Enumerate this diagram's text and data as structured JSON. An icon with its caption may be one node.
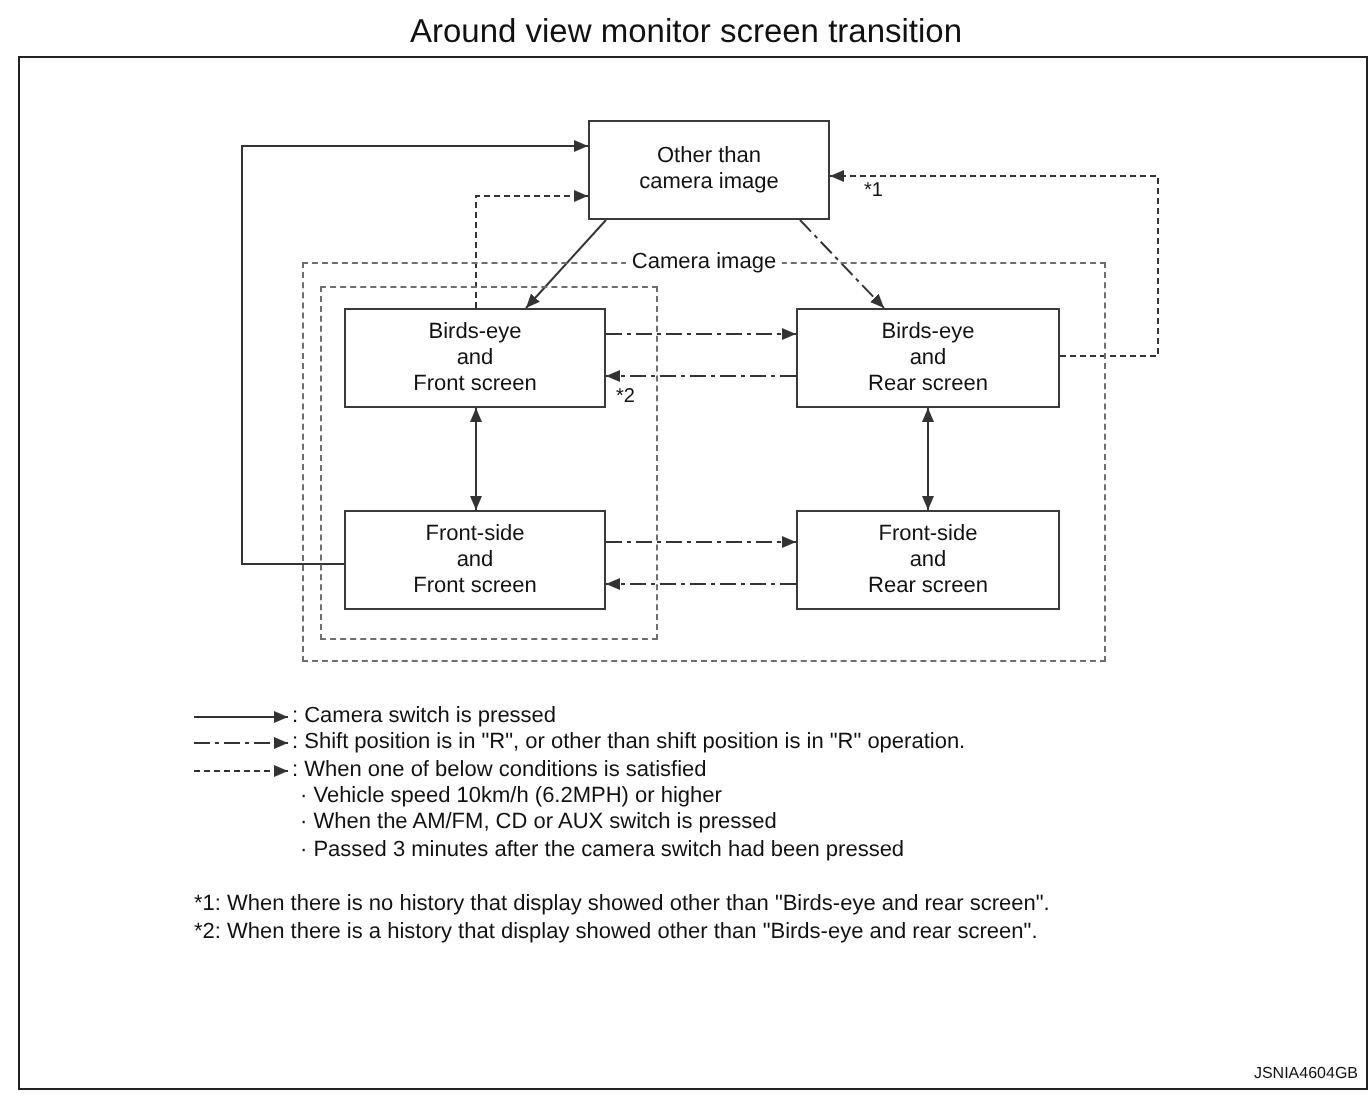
{
  "diagram": {
    "title": "Around view monitor screen transition",
    "nodes": [
      {
        "text": [
          "Other than camera image"
        ]
      },
      {
        "text": [
          "Camera image"
        ]
      },
      {
        "text": [],
        "shape": "box",
        "in": 1
      },
      {
        "text": [
          "Birds-eye and Front screen"
        ],
        "in": 2
      },
      {
        "text": [
          "Birds-eye and Rear screen"
        ],
        "in": 1
      },
      {
        "text": [
          "Front-side and Front screen"
        ],
        "in": 2
      },
      {
        "text": [
          "Front-side and Rear screen"
        ],
        "in": 1
      }
    ],
    "edges": [
      {
        "from": 5,
        "to": 0,
        "arrow": "to"
      },
      {
        "from": 0,
        "to": 3,
        "arrow": "to"
      },
      {
        "from": 0,
        "to": 4,
        "arrow": "to",
        "style": "dashed"
      },
      {
        "from": 3,
        "to": 0,
        "arrow": "to",
        "style": "dashed"
      },
      {
        "from": 4,
        "to": 0,
        "arrow": "to",
        "style": "dashed",
        "label": "*1"
      },
      {
        "from": 3,
        "to": 4,
        "arrow": "to",
        "style": "dashed"
      },
      {
        "from": 4,
        "to": 3,
        "arrow": "to",
        "style": "dashed",
        "label": "*2"
      },
      {
        "from": 3,
        "to": 5,
        "arrow": "both"
      },
      {
        "from": 4,
        "to": 6,
        "arrow": "both"
      },
      {
        "from": 5,
        "to": 6,
        "arrow": "to",
        "style": "dashed"
      },
      {
        "from": 6,
        "to": 5,
        "arrow": "to",
        "style": "dashed"
      }
    ],
    "labels": [
      "· Vehicle speed 10km/h (6.2MPH) or higher",
      "· When the AM/FM, CD or AUX switch is pressed",
      "· Passed 3 minutes after the camera switch had been pressed",
      "*1: When there is no history that display showed other than \"Birds-eye and rear screen\".",
      "*2: When there is a history that display showed other than \"Birds-eye and rear screen\".",
      "JSNIA4604GB"
    ],
    "legend": [
      {
        "text": ": Camera switch is pressed"
      },
      {
        "text": ": Shift position is in \"R\", or other than shift position is in \"R\" operation."
      },
      {
        "text": ": When one of below conditions is satisfied"
      }
    ]
  }
}
